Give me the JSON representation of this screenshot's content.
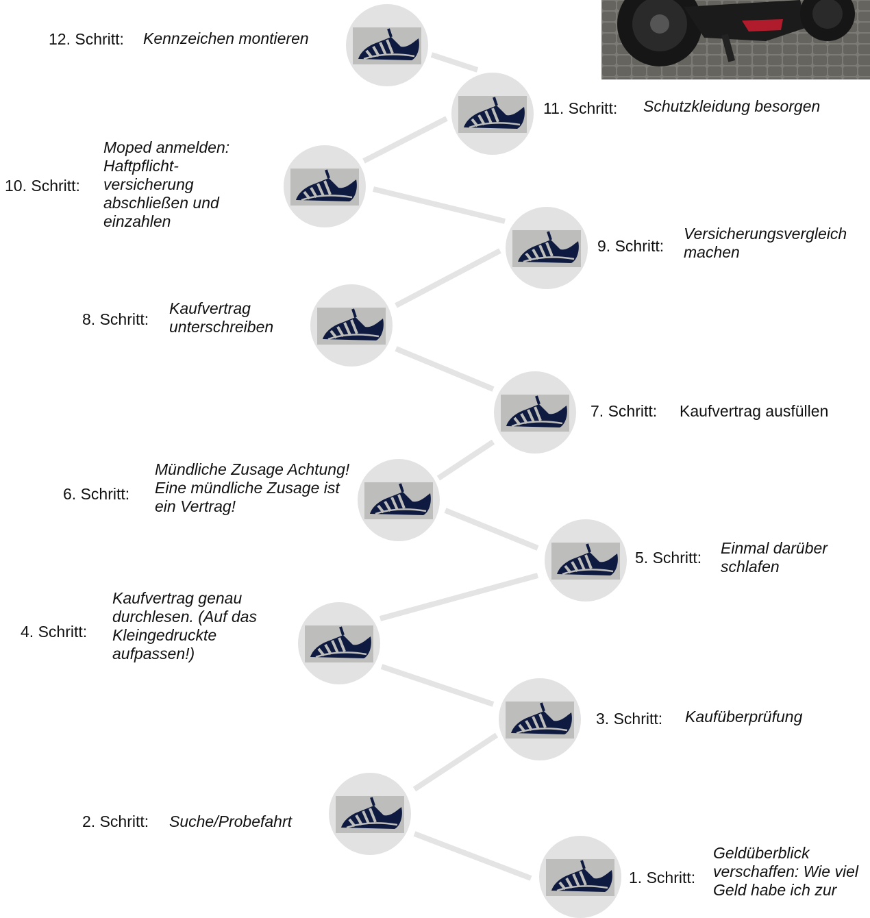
{
  "colors": {
    "circle": "#e2e2e2",
    "connector": "#e4e4e4",
    "shoe_bg": "#bdbdbb",
    "shoe": "#0e1a3f"
  },
  "photo": {
    "icon": "moped-photo"
  },
  "steps": [
    {
      "id": "1",
      "label": "1. Schritt:",
      "text": "Geldüberblick verschaffen: Wie viel Geld habe ich zur Verfügung?",
      "italic": true,
      "icon": "shoe-icon"
    },
    {
      "id": "2",
      "label": "2. Schritt:",
      "text": "Suche/Probefahrt",
      "italic": true,
      "icon": "shoe-icon"
    },
    {
      "id": "3",
      "label": "3. Schritt:",
      "text": "Kaufüberprüfung",
      "italic": true,
      "icon": "shoe-icon"
    },
    {
      "id": "4",
      "label": "4. Schritt:",
      "text": "Kaufvertrag genau durchlesen. (Auf das Kleingedruckte aufpassen!)",
      "italic": true,
      "icon": "shoe-icon"
    },
    {
      "id": "5",
      "label": "5. Schritt:",
      "text": "Einmal darüber schlafen",
      "italic": true,
      "icon": "shoe-icon"
    },
    {
      "id": "6",
      "label": "6. Schritt:",
      "text": "Mündliche Zusage Achtung! Eine mündliche Zusage ist ein Vertrag!",
      "italic": true,
      "icon": "shoe-icon"
    },
    {
      "id": "7",
      "label": "7. Schritt:",
      "text": "Kaufvertrag ausfüllen",
      "italic": false,
      "icon": "shoe-icon"
    },
    {
      "id": "8",
      "label": "8. Schritt:",
      "text": "Kaufvertrag unterschreiben",
      "italic": true,
      "icon": "shoe-icon"
    },
    {
      "id": "9",
      "label": "9. Schritt:",
      "text": "Versicherungsvergleich machen",
      "italic": true,
      "icon": "shoe-icon"
    },
    {
      "id": "10",
      "label": "10. Schritt:",
      "text": "Moped anmelden: Haftpflicht-versicherung abschließen und einzahlen",
      "italic": true,
      "icon": "shoe-icon"
    },
    {
      "id": "11",
      "label": "11. Schritt:",
      "text": "Schutzkleidung besorgen",
      "italic": true,
      "icon": "shoe-icon"
    },
    {
      "id": "12",
      "label": "12. Schritt:",
      "text": "Kennzeichen montieren",
      "italic": true,
      "icon": "shoe-icon"
    }
  ]
}
